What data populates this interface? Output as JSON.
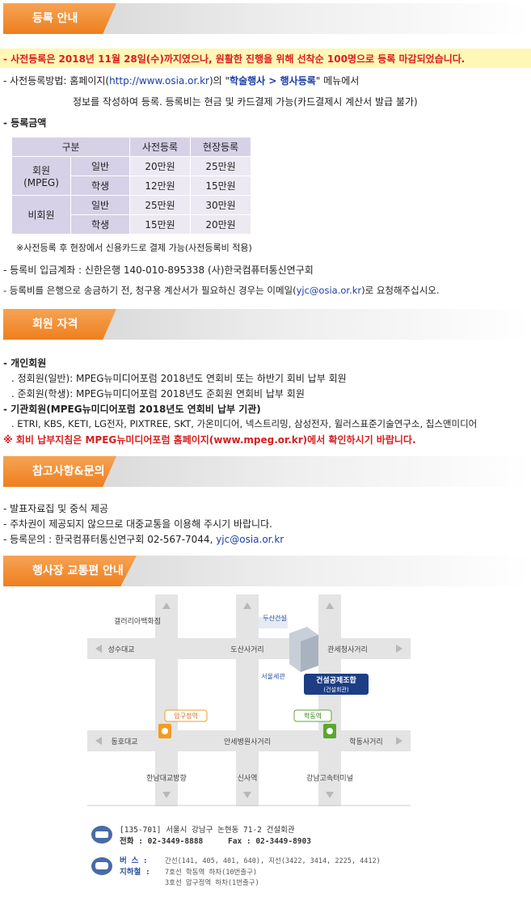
{
  "sections": {
    "registration": "등록 안내",
    "membership": "회원 자격",
    "contact": "참고사항&문의",
    "transport": "행사장 교통편 안내"
  },
  "registration": {
    "deadline_notice": "- 사전등록은 2018년 11월 28일(수)까지였으나, 원활한 진행을 위해 선착순 100명으로 등록 마감되었습니다.",
    "method_prefix": "- 사전등록방법: 홈페이지(",
    "method_url": "http://www.osia.or.kr",
    "method_mid": ")의 \"",
    "method_menu": "학술행사 > 행사등록",
    "method_suffix": "\" 메뉴에서",
    "method_line2": "정보를 작성하여 등록. 등록비는 현금 및 카드결제 가능(카드결제시 계산서 발급 불가)",
    "fee_title": "- 등록금액",
    "fee_table": {
      "headers": [
        "구분",
        "사전등록",
        "현장등록"
      ],
      "member_label_1": "회원",
      "member_label_2": "(MPEG)",
      "nonmember_label": "비회원",
      "rows": [
        {
          "type": "일반",
          "pre": "20만원",
          "onsite": "25만원"
        },
        {
          "type": "학생",
          "pre": "12만원",
          "onsite": "15만원"
        },
        {
          "type": "일반",
          "pre": "25만원",
          "onsite": "30만원"
        },
        {
          "type": "학생",
          "pre": "15만원",
          "onsite": "20만원"
        }
      ]
    },
    "fee_note": "※사전등록 후 현장에서 신용카드로 결제 가능(사전등록비 적용)",
    "account": "- 등록비 입금계좌 : 신한은행 140-010-895338 (사)한국컴퓨터통신연구회",
    "invoice_prefix": "- 등록비를 은행으로 송금하기 전, 청구용 계산서가 필요하신 경우는 이메일(",
    "invoice_email": "yjc@osia.or.kr",
    "invoice_suffix": ")로 요청해주십시오."
  },
  "membership": {
    "individual_title": "- 개인회원",
    "individual_1": ". 정회원(일반): MPEG뉴미디어포럼 2018년도 연회비 또는 하반기 회비 납부 회원",
    "individual_2": ". 준회원(학생): MPEG뉴미디어포럼 2018년도 준회원 연회비 납부 회원",
    "org_title": "- 기관회원(MPEG뉴미디어포럼 2018년도 연회비 납부 기관)",
    "org_list": ".  ETRI, KBS, KETI, LG전자, PIXTREE, SKT, 가온미디어, 넥스트리밍, 삼성전자, 윌러스표준기술연구소, 칩스앤미디어",
    "notice": "※ 회비 납부지침은 MPEG뉴미디어포럼 홈페이지(www.mpeg.or.kr)에서 확인하시기 바랍니다."
  },
  "contact": {
    "item_1": "- 발표자료집 및 중식 제공",
    "item_2": "- 주차권이 제공되지 않으므로 대중교통을 이용해 주시기 바랍니다.",
    "item_3_prefix": "- 등록문의 : 한국컴퓨터통신연구회 02-567-7044, ",
    "item_3_email": "yjc@osia.or.kr"
  },
  "map": {
    "galleria": "갤러리아백화점",
    "seongsu": "성수대교",
    "dosan": "도산사거리",
    "doosan": "두산건설",
    "gwanse": "관세청사거리",
    "seoul_sewan": "서울세관",
    "building_1": "건설공제조합",
    "building_2": "(건설회관)",
    "apgujeong": "압구정역",
    "hakdong_station": "학동역",
    "dongho": "동호대교",
    "anse": "안세병원사거리",
    "hakdong_cross": "학동사거리",
    "hannam": "한남대교방향",
    "sinsa": "신사역",
    "gangnam_terminal": "강남고속터미널"
  },
  "address": {
    "line1": "[135-701] 서울시 강남구 논현동 71-2 건설회관",
    "tel_label": "전화 : 02-3449-8888",
    "fax_label": "Fax : 02-3449-8903",
    "bus_label": "버   스 :",
    "bus_value": "간선(141, 405, 401, 640), 지선(3422, 3414, 2225, 4412)",
    "subway_label": "지하철 :",
    "subway_1": "7호선 학동역 하차(10번출구)",
    "subway_2": "3호선 압구정역 하차(1번출구)"
  },
  "colors": {
    "accent_orange": "#ee7f1e",
    "link_blue": "#1a3ea6",
    "warning_red": "#d81e1e",
    "highlight_yellow": "#fff7b5",
    "table_header": "#d7d1e7"
  }
}
